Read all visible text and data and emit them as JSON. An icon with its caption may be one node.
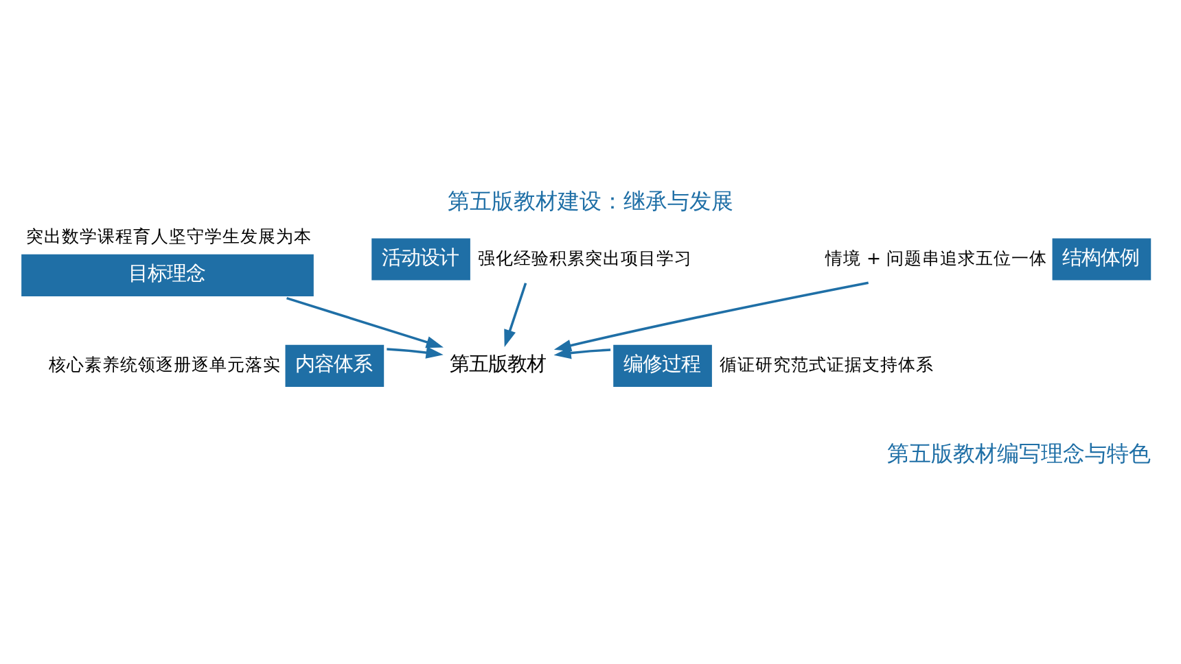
{
  "diagram": {
    "title": "第五版教材建设：继承与发展",
    "caption": "第五版教材编写理念与特色",
    "nodes": [
      {
        "text": [
          "目标理念"
        ],
        "beside": [
          "突出数学课程育人坚守学生发展为本"
        ]
      },
      {
        "text": [
          "内容体系"
        ],
        "beside": [
          "核心素养统领逐册逐单元落实"
        ]
      },
      {
        "text": [
          "编修过程"
        ],
        "beside": [
          "循证研究范式证据支持体系"
        ]
      },
      {
        "text": [
          "第五版教材"
        ]
      },
      {
        "text": [
          "结构体例"
        ],
        "beside": [
          "情境 + 问题串追求五位一体"
        ]
      },
      {
        "text": [
          "活动设计"
        ],
        "beside": [
          "强化经验积累突出项目学习"
        ]
      }
    ],
    "edges": [
      {
        "from": 0,
        "to": 3,
        "arrow": "to"
      },
      {
        "from": 1,
        "to": 3,
        "arrow": "to"
      },
      {
        "from": 2,
        "to": 3,
        "arrow": "to"
      },
      {
        "from": 4,
        "to": 3,
        "arrow": "to"
      },
      {
        "from": 5,
        "to": 3,
        "arrow": "to"
      }
    ]
  }
}
